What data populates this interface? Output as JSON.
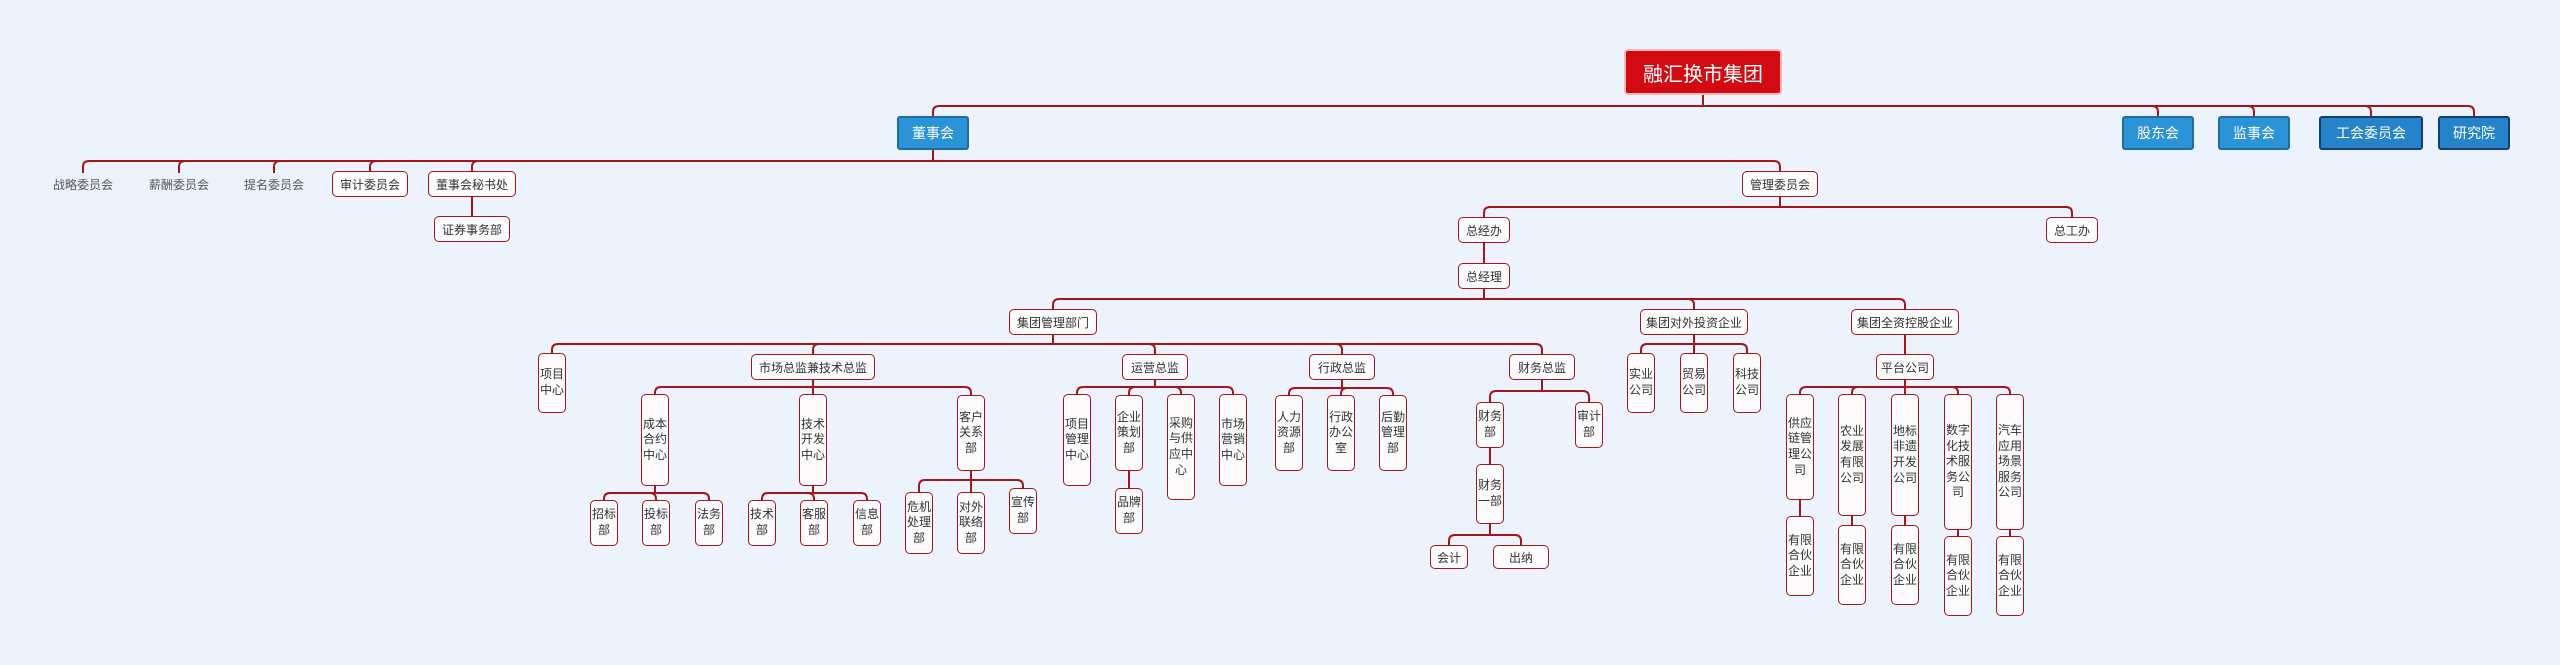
{
  "root": "融汇换市集团",
  "top_branches": [
    "董事会",
    "股东会",
    "监事会",
    "工会委员会",
    "研究院"
  ],
  "board": {
    "committees": [
      "战略委员会",
      "薪酬委员会",
      "提名委员会",
      "审计委员会",
      "董事会秘书处"
    ],
    "secretariat_child": "证券事务部",
    "management_committee": "管理委员会"
  },
  "management": {
    "general_office": "总经办",
    "union_office": "总工办",
    "general_manager": "总经理",
    "divisions": [
      "集团管理部门",
      "集团对外投资企业",
      "集团全资控股企业"
    ]
  },
  "group_departments": {
    "project_center": "项目中心",
    "market_tech": {
      "label": "市场总监兼技术总监",
      "children": [
        {
          "label": "成本合约中心",
          "children": [
            "招标部",
            "投标部",
            "法务部"
          ]
        },
        {
          "label": "技术开发中心",
          "children": [
            "技术部",
            "客服部",
            "信息部"
          ]
        },
        {
          "label": "客户关系部",
          "children": [
            "危机处理部",
            "对外联络部",
            "宣传部"
          ]
        }
      ]
    },
    "operations": {
      "label": "运营总监",
      "children": [
        "项目管理中心",
        "企业策划部",
        "采购与供应中心",
        "市场营销中心"
      ],
      "planning_child": "品牌部"
    },
    "administration": {
      "label": "行政总监",
      "children": [
        "人力资源部",
        "行政办公室",
        "后勤管理部"
      ]
    },
    "finance": {
      "label": "财务总监",
      "children": [
        "财务部",
        "审计部"
      ],
      "finance_sub": "财务一部",
      "finance_sub_children": [
        "会计",
        "出纳"
      ]
    }
  },
  "external_investments": [
    "实业公司",
    "贸易公司",
    "科技公司"
  ],
  "holdings": {
    "platform": "平台公司",
    "companies": [
      "供应链管理公司",
      "农业发展有限公司",
      "地标非遗开发公司",
      "数字化技术服务公司",
      "汽车应用场景服务公司"
    ],
    "partnership": "有限合伙企业"
  }
}
